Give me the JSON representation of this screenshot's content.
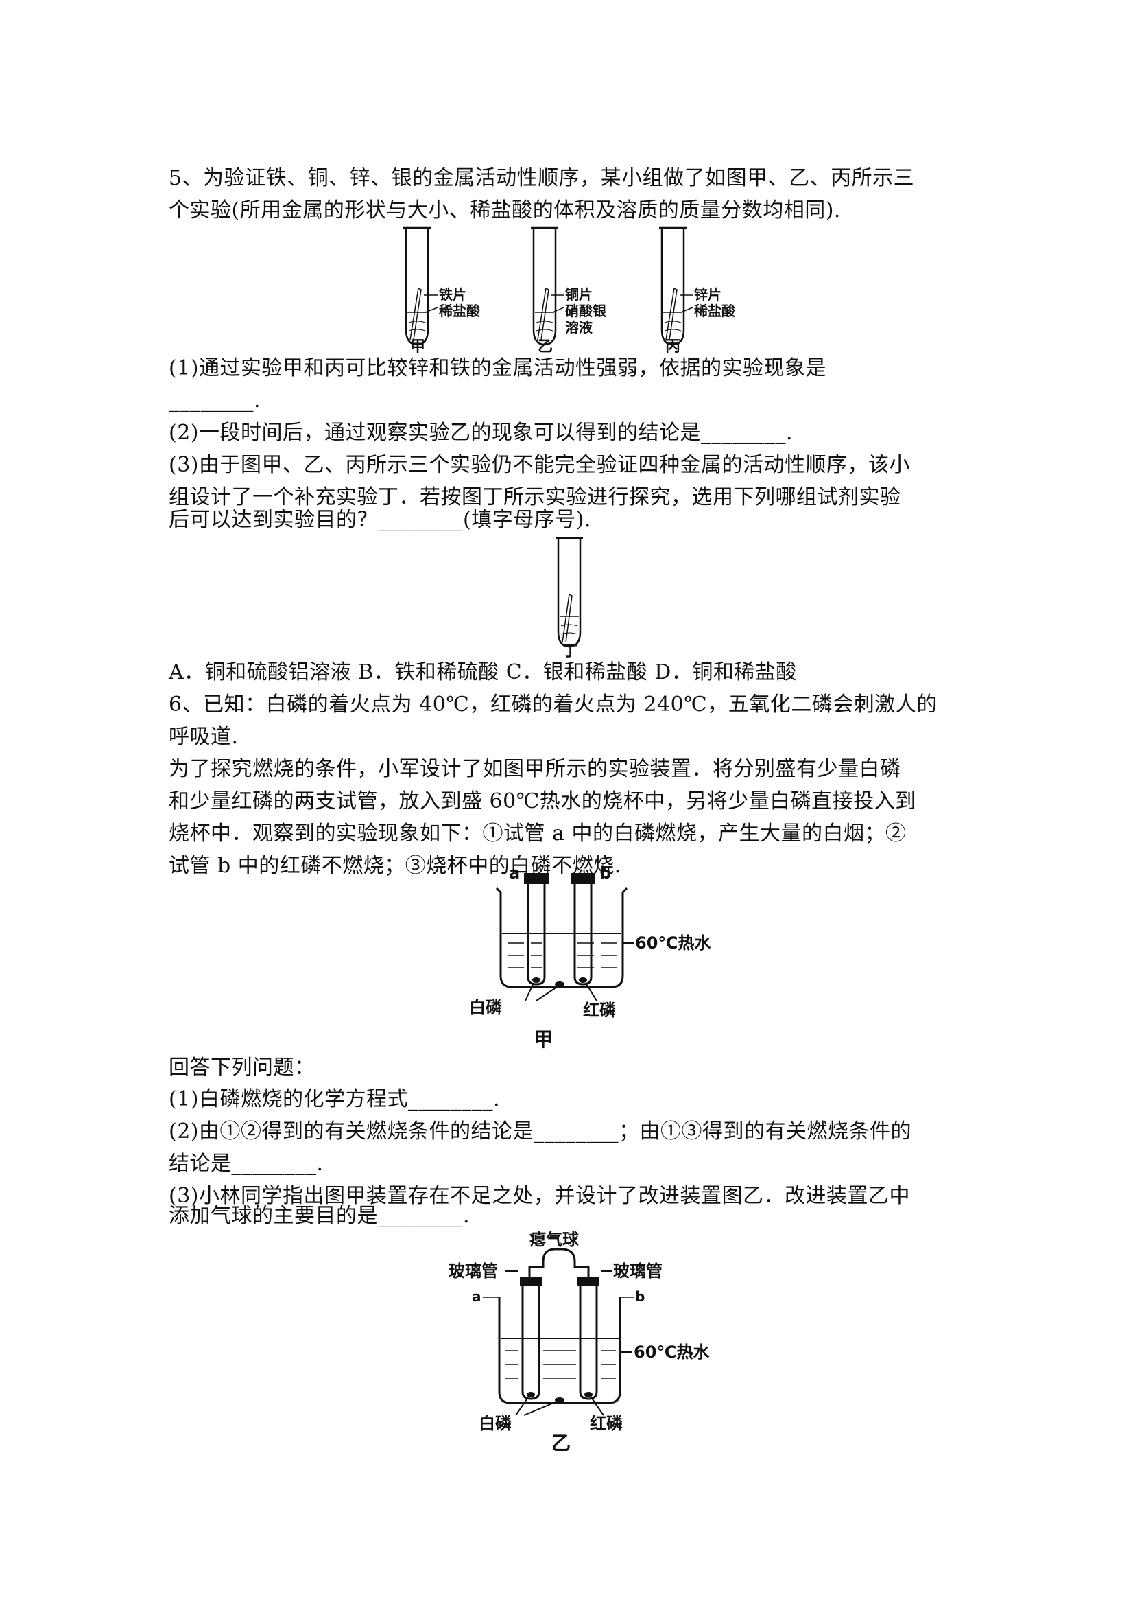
{
  "q5": {
    "stem_l1": "5、为验证铁、铜、锌、银的金属活动性顺序，某小组做了如图甲、乙、丙所示三",
    "stem_l2": "个实验(所用金属的形状与大小、稀盐酸的体积及溶质的质量分数均相同).",
    "fig_tubes": {
      "jia": {
        "label1": "铁片",
        "label2": "稀盐酸",
        "caption": "甲"
      },
      "yi": {
        "label1": "铜片",
        "label2": "硝酸银",
        "label3": "溶液",
        "caption": "乙"
      },
      "bing": {
        "label1": "锌片",
        "label2": "稀盐酸",
        "caption": "丙"
      }
    },
    "p1_l1": "(1)通过实验甲和丙可比较锌和铁的金属活动性强弱，依据的实验现象是",
    "p1_l2": "________.",
    "p2": "(2)一段时间后，通过观察实验乙的现象可以得到的结论是________.",
    "p3_l1": "(3)由于图甲、乙、丙所示三个实验仍不能完全验证四种金属的活动性顺序，该小",
    "p3_l2": "组设计了一个补充实验丁．若按图丁所示实验进行探究，选用下列哪组试剂实验",
    "p3_l3": "后可以达到实验目的？________(填字母序号).",
    "fig_ding_caption": "丁",
    "options": "A．铜和硫酸铝溶液  B．铁和稀硫酸  C．银和稀盐酸  D．铜和稀盐酸"
  },
  "q6": {
    "stem_l1": "6、已知：白磷的着火点为 40℃，红磷的着火点为 240℃，五氧化二磷会刺激人的",
    "stem_l2": "呼吸道.",
    "stem_l3": "为了探究燃烧的条件，小军设计了如图甲所示的实验装置．将分别盛有少量白磷",
    "stem_l4": "和少量红磷的两支试管，放入到盛 60℃热水的烧杯中，另将少量白磷直接投入到",
    "stem_l5": "烧杯中．观察到的实验现象如下：①试管 a 中的白磷燃烧，产生大量的白烟；②",
    "stem_l6": "试管 b 中的红磷不燃烧；③烧杯中的白磷不燃烧.",
    "fig_jia": {
      "a": "a",
      "b": "b",
      "water": "60℃热水",
      "white_p": "白磷",
      "red_p": "红磷",
      "caption": "甲"
    },
    "answer_intro": "回答下列问题：",
    "p1": "(1)白磷燃烧的化学方程式________.",
    "p2_l1": "(2)由①②得到的有关燃烧条件的结论是________；由①③得到的有关燃烧条件的",
    "p2_l2": "结论是________.",
    "p3_l1": "(3)小林同学指出图甲装置存在不足之处，并设计了改进装置图乙．改进装置乙中",
    "p3_l2": "添加气球的主要目的是________.",
    "fig_yi": {
      "balloon": "瘪气球",
      "glass_tube_l": "玻璃管",
      "glass_tube_r": "玻璃管",
      "a": "a",
      "b": "b",
      "water": "60℃热水",
      "white_p": "白磷",
      "red_p": "红磷",
      "caption": "乙"
    }
  }
}
